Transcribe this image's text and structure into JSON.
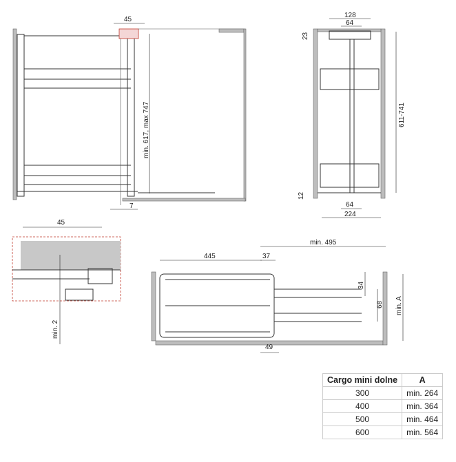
{
  "front_view": {
    "dim_top": "45",
    "dim_height": "min. 617, max 747",
    "dim_bottom": "7"
  },
  "side_view": {
    "dim_top_outer": "128",
    "dim_top_inner": "64",
    "dim_top_left": "23",
    "dim_height": "611-741",
    "dim_bottom_left": "12",
    "dim_bottom_inner": "64",
    "dim_bottom_outer": "224"
  },
  "detail_view": {
    "dim_top": "45",
    "dim_min": "min. 2"
  },
  "plan_view": {
    "dim_depth": "445",
    "dim_gap": "37",
    "dim_total": "min. 495",
    "dim_34": "34",
    "dim_68": "68",
    "dim_a": "min. A",
    "dim_49": "49"
  },
  "table": {
    "headers": [
      "Cargo mini dolne",
      "A"
    ],
    "rows": [
      [
        "300",
        "min. 264"
      ],
      [
        "400",
        "min. 364"
      ],
      [
        "500",
        "min. 464"
      ],
      [
        "600",
        "min. 564"
      ]
    ]
  },
  "colors": {
    "detail_border": "#c0392b",
    "panel": "#bdbdbd"
  }
}
